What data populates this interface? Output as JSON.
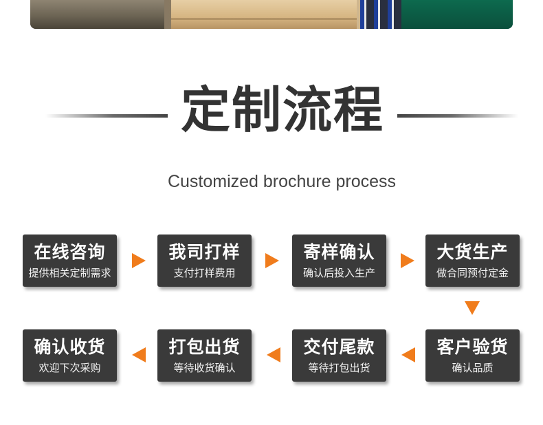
{
  "title": "定制流程",
  "subtitle": "Customized brochure process",
  "steps": [
    {
      "title": "在线咨询",
      "desc": "提供相关定制需求"
    },
    {
      "title": "我司打样",
      "desc": "支付打样费用"
    },
    {
      "title": "寄样确认",
      "desc": "确认后投入生产"
    },
    {
      "title": "大货生产",
      "desc": "做合同预付定金"
    },
    {
      "title": "客户验货",
      "desc": "确认品质"
    },
    {
      "title": "交付尾款",
      "desc": "等待打包出货"
    },
    {
      "title": "打包出货",
      "desc": "等待收货确认"
    },
    {
      "title": "确认收货",
      "desc": "欢迎下次采购"
    }
  ],
  "colors": {
    "card": "#3a3a3a",
    "arrow": "#f07c1c",
    "title": "#333333"
  },
  "icons": {
    "arrow_right": "triangle-right-icon",
    "arrow_left": "triangle-left-icon",
    "arrow_down": "triangle-down-icon"
  }
}
